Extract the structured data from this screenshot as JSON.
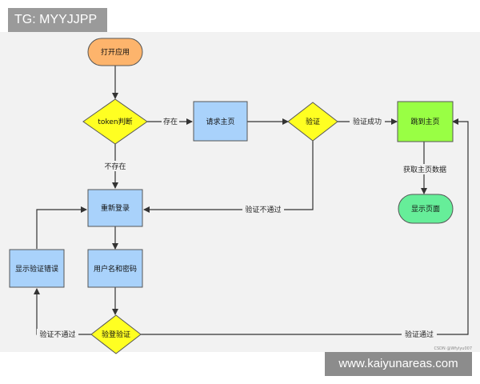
{
  "watermark_top": "TG: MYYJJPP",
  "watermark_bottom": "www.kaiyunareas.com",
  "csdn_mark": "CSDN @Wfylyu007",
  "nodes": {
    "start": "打开应用",
    "token_check": "token判断",
    "request_home": "请求主页",
    "verify": "验证",
    "jump_home": "跳到主页",
    "show_page": "显示页面",
    "relogin": "重新登录",
    "credentials": "用户名和密码",
    "show_error": "显示验证错误",
    "login_verify": "验登验证"
  },
  "edges": {
    "exists": "存在",
    "not_exists": "不存在",
    "verify_success": "验证成功",
    "fetch_home_data": "获取主页数据",
    "verify_fail_1": "验证不通过",
    "verify_fail_2": "验证不通过",
    "verify_pass": "验证通过"
  },
  "colors": {
    "start": "#fdb46c",
    "decision": "#ffff22",
    "process": "#a9d2fb",
    "success": "#99ff44",
    "end": "#66ee99",
    "line": "#333333"
  }
}
